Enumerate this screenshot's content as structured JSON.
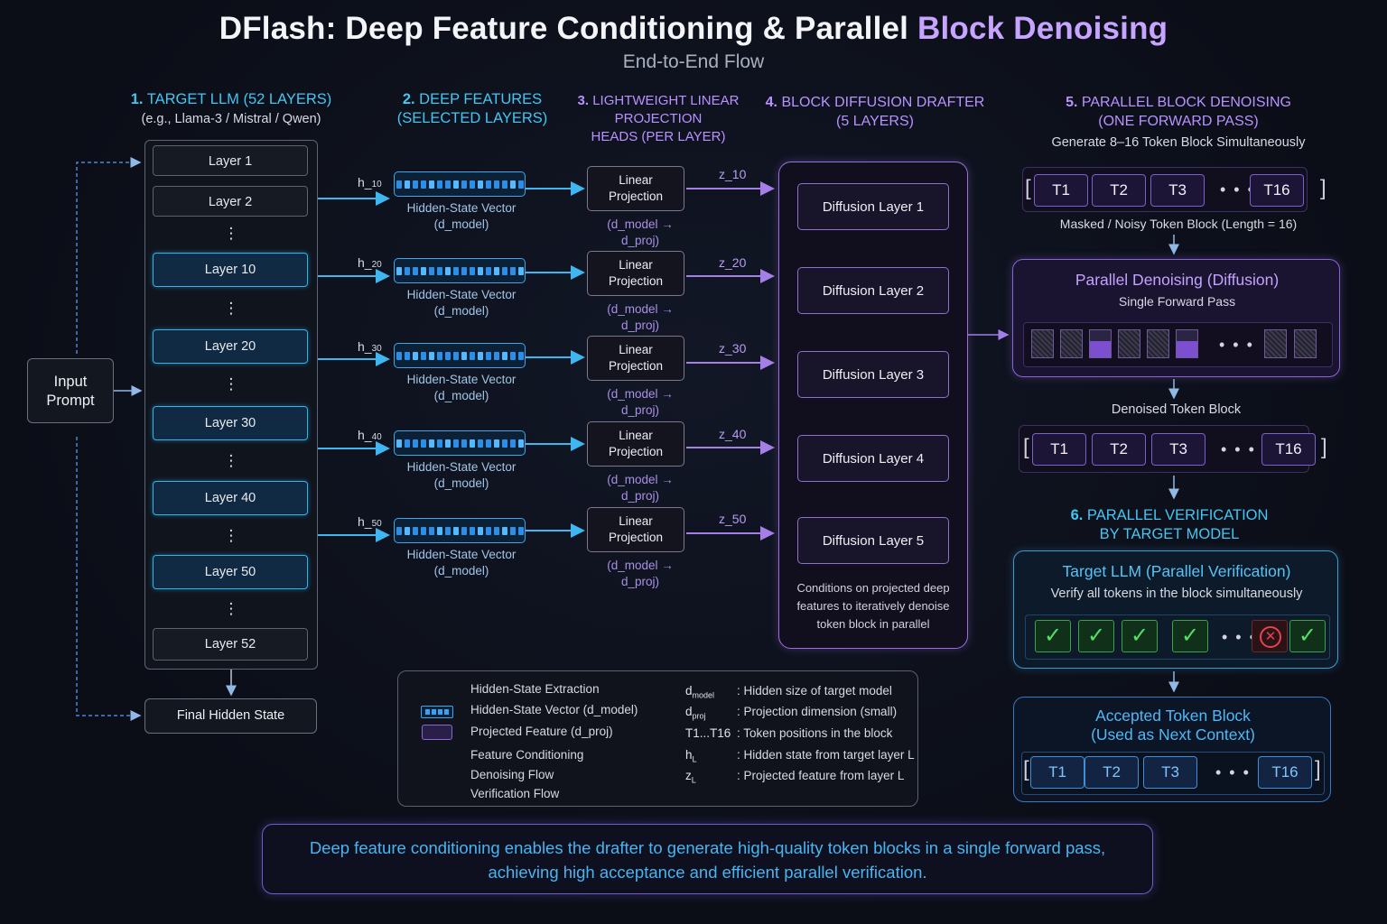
{
  "title": {
    "main": "DFlash: Deep Feature Conditioning & Parallel ",
    "highlight": "Block Denoising",
    "subtitle": "End-to-End Flow"
  },
  "sections": {
    "s1": {
      "num": "1.",
      "title": "Target LLM (52 Layers)",
      "sub": "(e.g., Llama-3 / Mistral / Qwen)"
    },
    "s2": {
      "num": "2.",
      "title1": "Deep Features",
      "title2": "(Selected Layers)"
    },
    "s3": {
      "num": "3.",
      "title1": "Lightweight Linear",
      "title2": "Projection",
      "title3": "Heads (Per Layer)"
    },
    "s4": {
      "num": "4.",
      "title1": "Block Diffusion Drafter",
      "title2": "(5 Layers)"
    },
    "s5": {
      "num": "5.",
      "title1": "Parallel Block Denoising",
      "title2": "(One Forward Pass)",
      "sub": "Generate 8–16 Token Block Simultaneously"
    },
    "s6": {
      "num": "6.",
      "title1": "Parallel Verification",
      "title2": "by Target Model"
    }
  },
  "input_prompt": {
    "line1": "Input",
    "line2": "Prompt"
  },
  "llm_layers": [
    "Layer 1",
    "Layer 2",
    "Layer 10",
    "Layer 20",
    "Layer 30",
    "Layer 40",
    "Layer 50",
    "Layer 52"
  ],
  "final_hidden_state": "Final Hidden State",
  "hidden": {
    "labels": [
      "h_",
      "h_",
      "h_",
      "h_",
      "h_"
    ],
    "subs": [
      "10",
      "20",
      "30",
      "40",
      "50"
    ],
    "caption1": "Hidden-State Vector",
    "caption2": "(d_model)"
  },
  "projection": {
    "line1": "Linear",
    "line2": "Projection",
    "caption": "(d_model → d_proj)"
  },
  "z_labels": [
    "z_10",
    "z_20",
    "z_30",
    "z_40",
    "z_50"
  ],
  "drafter": {
    "layers": [
      "Diffusion Layer 1",
      "Diffusion Layer 2",
      "Diffusion Layer 3",
      "Diffusion Layer 4",
      "Diffusion Layer 5"
    ],
    "note": "Conditions on projected deep features to iteratively denoise token block in parallel"
  },
  "masked_block": {
    "tokens": [
      "T1",
      "T2",
      "T3",
      "T16"
    ],
    "caption": "Masked / Noisy Token Block (Length = 16)"
  },
  "parallel_denoising": {
    "title": "Parallel Denoising (Diffusion)",
    "sub": "Single Forward Pass"
  },
  "denoised_block": {
    "caption": "Denoised Token Block",
    "tokens": [
      "T1",
      "T2",
      "T3",
      "T16"
    ]
  },
  "verification": {
    "title": "Target LLM (Parallel Verification)",
    "sub": "Verify all tokens in the block simultaneously",
    "results": [
      "accept",
      "accept",
      "accept",
      "accept",
      "reject",
      "accept"
    ]
  },
  "accepted": {
    "title1": "Accepted Token Block",
    "title2": "(Used as Next Context)",
    "tokens": [
      "T1",
      "T2",
      "T3",
      "T16"
    ]
  },
  "ellipsis": "• • •",
  "legend": {
    "items": [
      "Hidden-State Extraction",
      "Hidden-State Vector (d_model)",
      "Projected Feature (d_proj)",
      "Feature Conditioning",
      "Denoising Flow",
      "Verification Flow"
    ],
    "defs": [
      {
        "key": "d",
        "sub": "model",
        "desc": ": Hidden size of target model"
      },
      {
        "key": "d",
        "sub": "proj",
        "desc": ": Projection dimension (small)"
      },
      {
        "key": "T1...T16",
        "sub": "",
        "desc": ": Token positions in the block"
      },
      {
        "key": "h",
        "sub": "L",
        "desc": ": Hidden state from target layer L"
      },
      {
        "key": "z",
        "sub": "L",
        "desc": ": Projected feature from layer L"
      }
    ]
  },
  "footer": {
    "line1": "Deep feature conditioning enables the drafter to generate high-quality token blocks in a single forward pass,",
    "line2": "achieving high acceptance and efficient parallel verification."
  },
  "colors": {
    "cyan": "#43c6f4",
    "purple": "#b892ff",
    "accept": "#52e06a",
    "reject": "#e2454d"
  }
}
